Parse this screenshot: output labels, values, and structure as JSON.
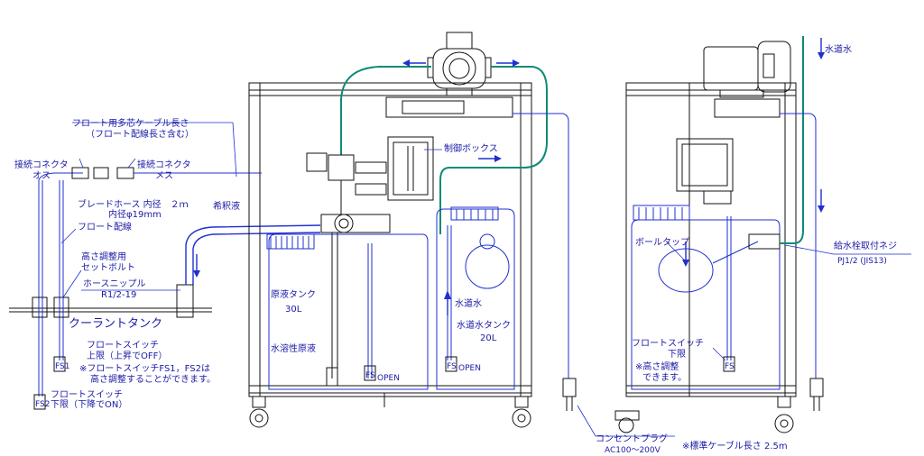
{
  "labels": {
    "float_cable": "フロート用多芯ケーブル長さ",
    "float_cable_sub": "（フロート配線長さ含む）",
    "conn_male_1": "接続コネクタ",
    "conn_male_2": "オス",
    "conn_female_1": "接続コネクタ",
    "conn_female_2": "メス",
    "braid_hose": "ブレードホース 内径　２ｍ",
    "inner_dia": "内径φ19mm",
    "float_wiring": "フロート配線",
    "height_bolt_1": "高さ調整用",
    "height_bolt_2": "セットボルト",
    "hose_nipple_1": "ホースニップル",
    "hose_nipple_2": "R1/2-19",
    "coolant_tank": "クーラントタンク",
    "fs_upper_1": "フロートスイッチ",
    "fs_upper_2": "上限（上昇でOFF）",
    "fs_note_1": "※フロートスイッチFS1，FS2は",
    "fs_note_2": "高さ調整することができます。",
    "fs_lower_1": "フロートスイッチ",
    "fs_lower_2": "下限（下降でON）",
    "dilution": "希釈液",
    "control_box": "制御ボックス",
    "stock_tank_1": "原液タンク",
    "stock_tank_2": "30L",
    "water_soluble": "水溶性原液",
    "tap_water": "水道水",
    "tap_tank_1": "水道水タンク",
    "tap_tank_2": "20L",
    "tap_water_right": "水道水",
    "ball_tap": "ボールタップ",
    "faucet_screw_1": "給水栓取付ネジ",
    "faucet_screw_2": "PJ1/2 (JIS13)",
    "fs_right_1": "フロートスイッチ",
    "fs_right_2": "下限",
    "height_note_1": "※高さ調整",
    "height_note_2": "できます。",
    "plug_1": "コンセントプラグ",
    "plug_2": "AC100～200V",
    "cable_len": "※標準ケーブル長さ 2.5m",
    "fs1": "FS1",
    "fs2": "FS2",
    "fs_tag": "FS",
    "open": "OPEN"
  },
  "colors": {
    "line_blue": "#1f2fd0",
    "pipe_green": "#0f8a78",
    "frame_black": "#111111"
  }
}
